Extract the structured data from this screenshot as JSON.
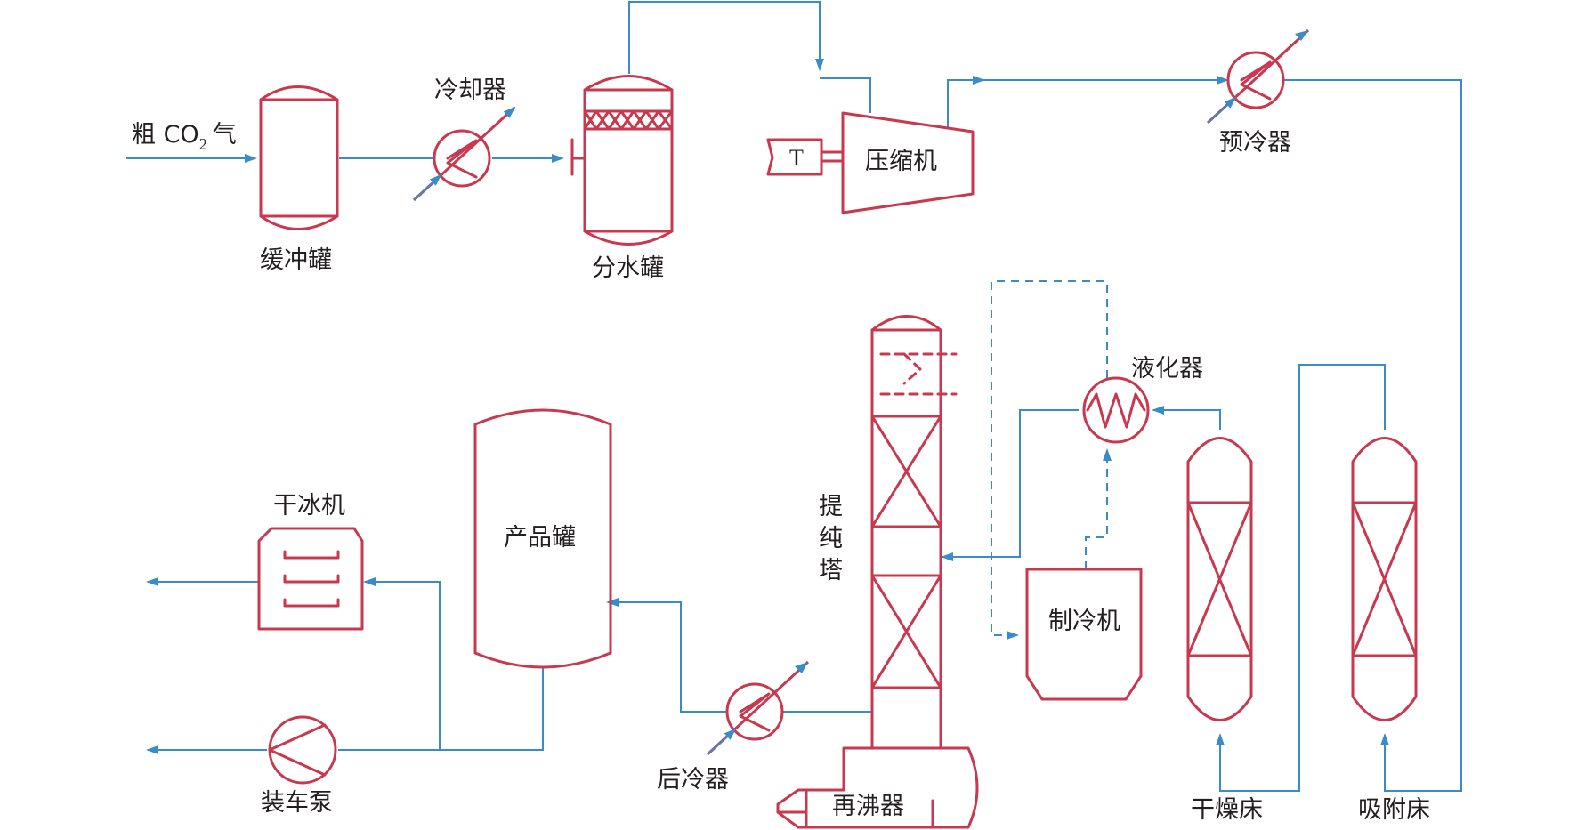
{
  "colors": {
    "equipment": "#c8384e",
    "pipe": "#3a8cc8"
  },
  "labels": {
    "feed": "粗 CO",
    "feed_sub": "2",
    "feed_suffix": "气",
    "buffer_tank": "缓冲罐",
    "cooler": "冷却器",
    "separator": "分水罐",
    "compressor": "压缩机",
    "turbine": "T",
    "precooler": "预冷器",
    "liquefier": "液化器",
    "purification_column": [
      "提",
      "纯",
      "塔"
    ],
    "product_tank": "产品罐",
    "dry_ice_machine": "干冰机",
    "refrigerator": "制冷机",
    "dryer_bed": "干燥床",
    "adsorption_bed": "吸附床",
    "aftercooler": "后冷器",
    "loading_pump": "装车泵",
    "reboiler": "再沸器"
  }
}
